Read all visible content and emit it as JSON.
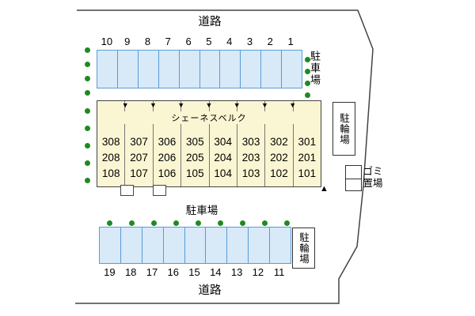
{
  "colors": {
    "parking_fill": "#d8e9f8",
    "parking_border": "#5b9bd5",
    "building_fill": "#faf5d2",
    "dot": "#1f8a1f"
  },
  "icons": {
    "triangle_down": "▼",
    "triangle_up": "▲"
  },
  "roads": {
    "top": "道路",
    "bottom": "道路"
  },
  "parking_top": {
    "label": "駐車場",
    "numbers": [
      "10",
      "9",
      "8",
      "7",
      "6",
      "5",
      "4",
      "3",
      "2",
      "1"
    ]
  },
  "parking_mid": {
    "label": "駐車場"
  },
  "parking_bottom": {
    "numbers": [
      "19",
      "18",
      "17",
      "16",
      "15",
      "14",
      "13",
      "12",
      "11"
    ]
  },
  "bike_top": {
    "label": "駐輪場"
  },
  "bike_bottom": {
    "label": "駐輪場"
  },
  "garbage": {
    "line1": "ゴミ",
    "line2": "置場"
  },
  "building": {
    "name": "シェーネスベルク",
    "columns": [
      [
        "308",
        "208",
        "108"
      ],
      [
        "307",
        "207",
        "107"
      ],
      [
        "306",
        "206",
        "106"
      ],
      [
        "305",
        "205",
        "105"
      ],
      [
        "304",
        "204",
        "104"
      ],
      [
        "303",
        "203",
        "103"
      ],
      [
        "302",
        "202",
        "102"
      ],
      [
        "301",
        "201",
        "101"
      ]
    ]
  }
}
